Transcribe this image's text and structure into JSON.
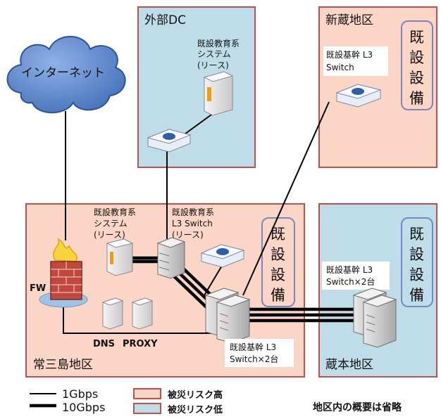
{
  "regions": {
    "gaibu_dc": {
      "title": "外部DC",
      "risk": "low"
    },
    "shinzo": {
      "title": "新蔵地区",
      "risk": "high"
    },
    "tsune": {
      "title": "常三島地区",
      "risk": "high"
    },
    "kuramoto": {
      "title": "蔵本地区",
      "risk": "low"
    }
  },
  "badges": {
    "existing_equipment": [
      "既",
      "設",
      "設",
      "備"
    ]
  },
  "nodes": {
    "internet": "インターネット",
    "fw": "FW",
    "dc_system_l1": "既設教育系",
    "dc_system_l2": "システム",
    "dc_system_l3": "(リース)",
    "shinzo_switch_l1": "既設基幹 L3",
    "shinzo_switch_l2": "Switch",
    "tsune_system_l1": "既設教育系",
    "tsune_system_l2": "システム",
    "tsune_system_l3": "(リース)",
    "tsune_l3_l1": "既設教育系",
    "tsune_l3_l2": "L3 Switch",
    "tsune_l3_l3": "(リース)",
    "dns": "DNS",
    "proxy": "PROXY",
    "core_tsune_l1": "既設基幹 L3",
    "core_tsune_l2": "Switch×2台",
    "core_kura_l1": "既設基幹 L3",
    "core_kura_l2": "Switch×2台"
  },
  "legend": {
    "line_1g": "1Gbps",
    "line_10g": "10Gbps",
    "risk_high": "被災リスク高",
    "risk_low": "被災リスク低",
    "note": "地区内の概要は省略"
  },
  "colors": {
    "risk_high_fill": "#fbd5c5",
    "risk_low_fill": "#bfdde8",
    "region_border": "#c0504d",
    "badge_border": "#7b87c0",
    "cloud": "#5b85c7"
  }
}
